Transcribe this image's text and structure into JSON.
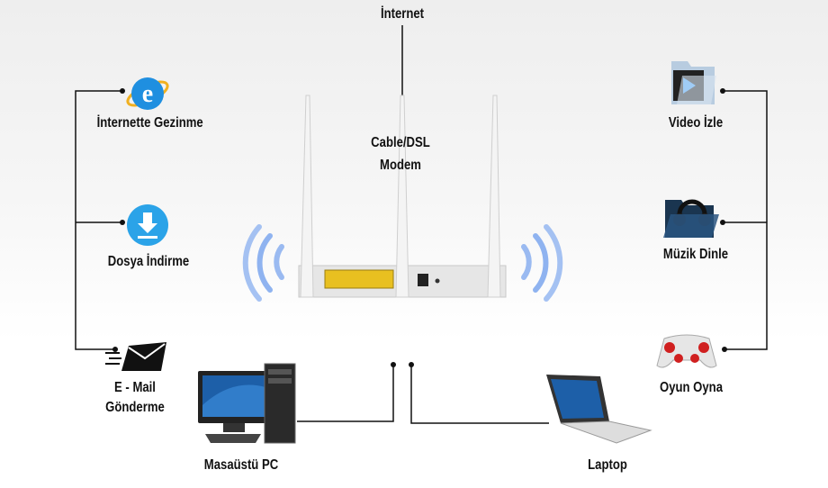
{
  "internet": "İnternet",
  "modem": [
    "Cable/DSL",
    "Modem"
  ],
  "left": [
    {
      "label": "İnternette Gezinme",
      "icon": "internet-explorer-icon"
    },
    {
      "label": "Dosya İndirme",
      "icon": "download-icon"
    },
    {
      "label_lines": [
        "E - Mail",
        "Gönderme"
      ],
      "icon": "email-icon"
    }
  ],
  "right": [
    {
      "label": "Video İzle",
      "icon": "video-folder-icon"
    },
    {
      "label": "Müzik Dinle",
      "icon": "music-folder-icon"
    },
    {
      "label": "Oyun Oyna",
      "icon": "gamepad-icon"
    }
  ],
  "bottom": [
    {
      "label": "Masaüstü PC",
      "icon": "desktop-pc-icon"
    },
    {
      "label": "Laptop",
      "icon": "laptop-icon"
    }
  ],
  "colors": {
    "line": "#111111",
    "wifi": "#7fa8ee",
    "port": "#e8c020",
    "ie": "#1f8fe0",
    "download": "#2ba3e8"
  }
}
